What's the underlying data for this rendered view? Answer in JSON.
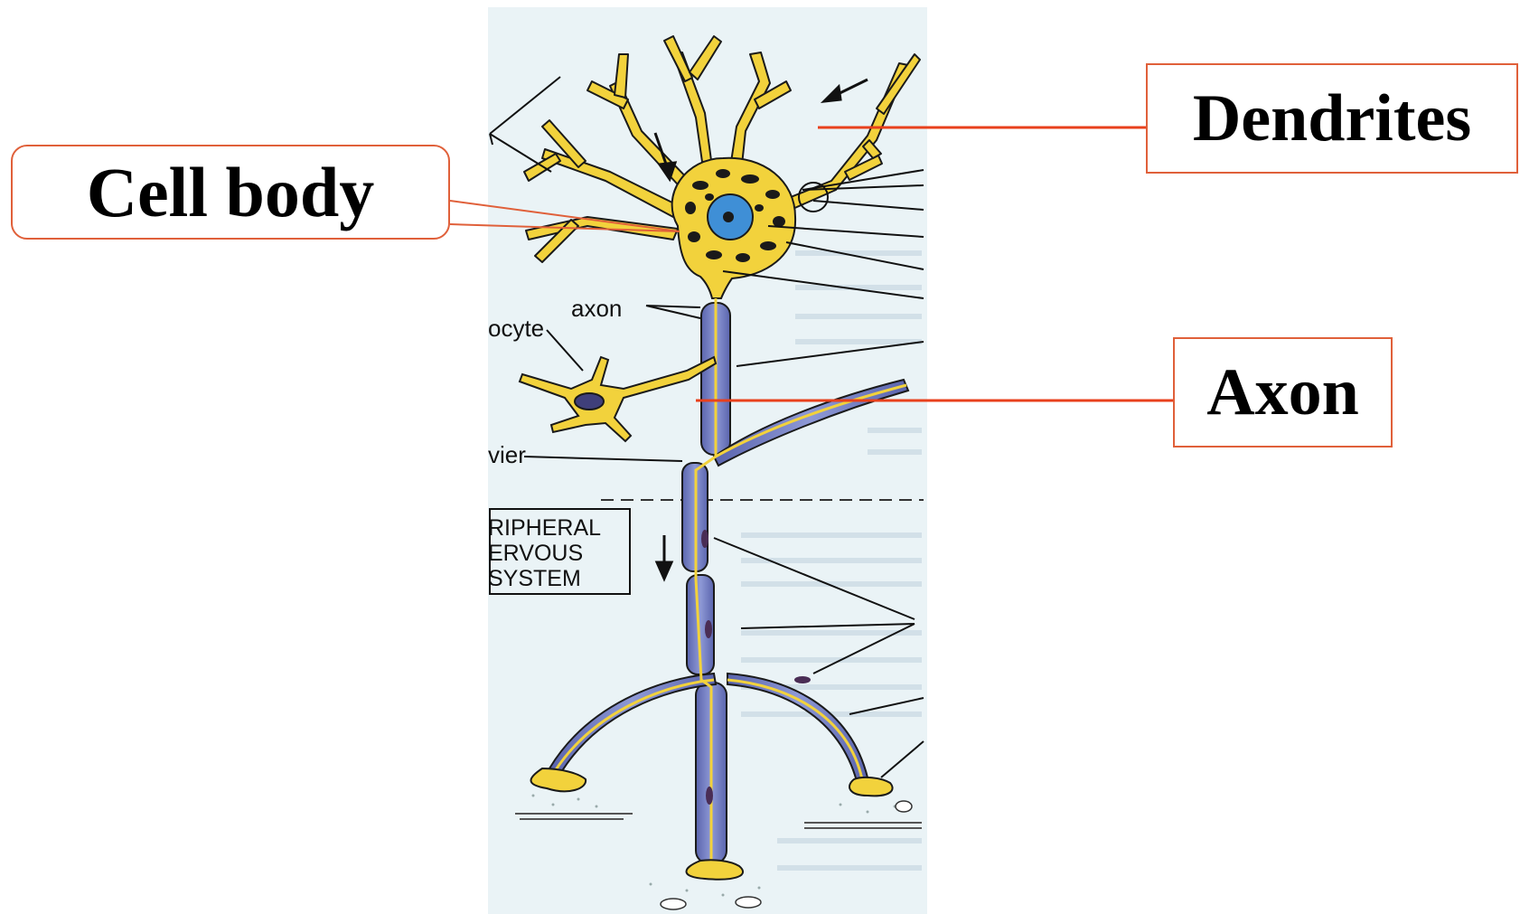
{
  "labels": {
    "cell_body": "Cell body",
    "dendrites": "Dendrites",
    "axon": "Axon"
  },
  "figure_labels": {
    "axon": "axon",
    "astrocyte_fragment": "ocyte",
    "node_fragment": "vier",
    "pns_line1": "RIPHERAL",
    "pns_line2": "ERVOUS",
    "pns_line3": "SYSTEM"
  },
  "colors": {
    "callout_border": "#e0603a",
    "leader_line": "#e8401c",
    "neuron_yellow": "#f2d23c",
    "myelin_blue": "#7b86c8",
    "nucleus_blue": "#3f8fd6",
    "figure_background": "#eaf3f6"
  }
}
